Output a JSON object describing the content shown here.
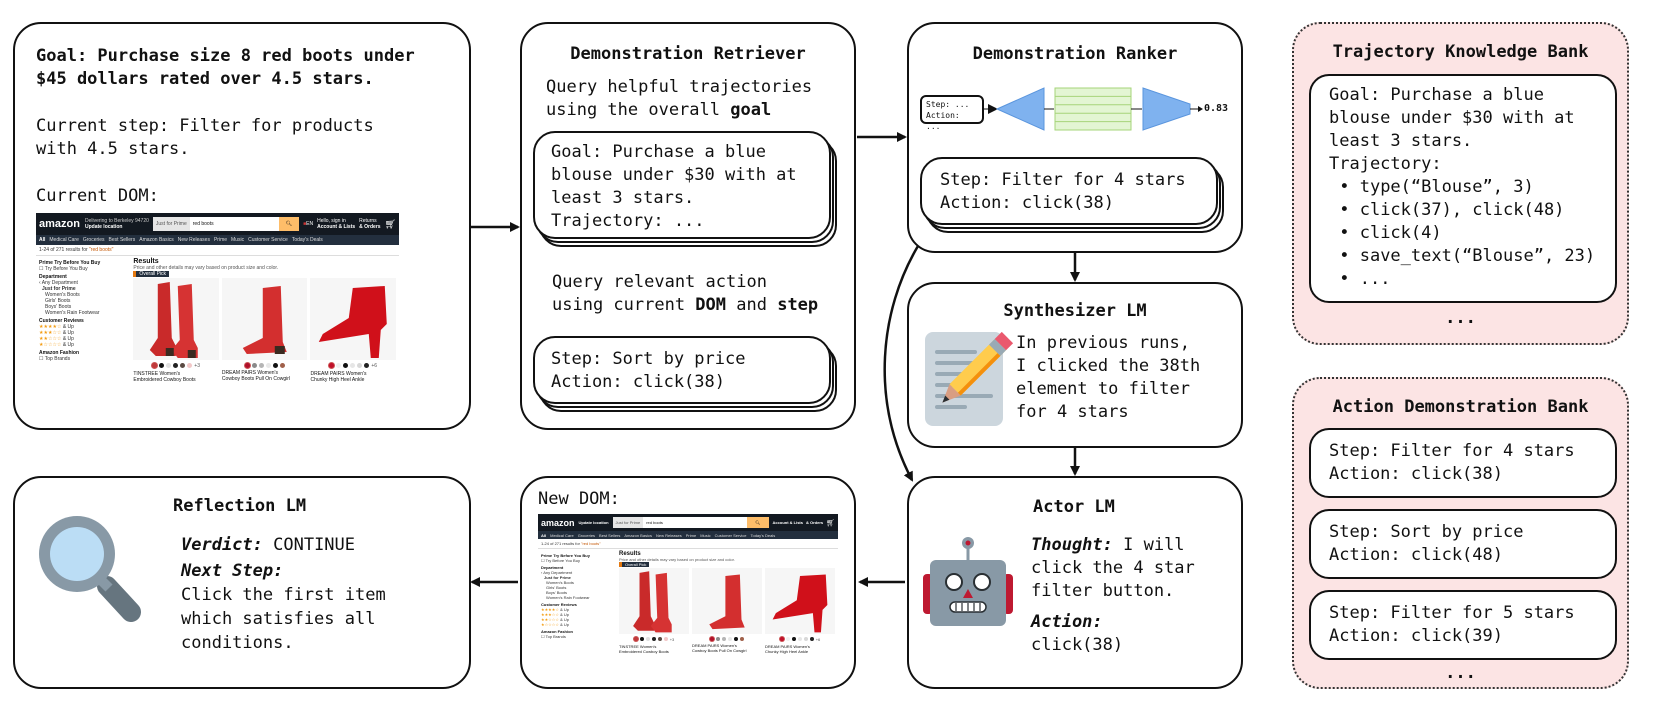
{
  "goal_panel": {
    "goal_line1": "Goal: Purchase size 8 red boots under",
    "goal_line2": "$45 dollars rated over 4.5 stars.",
    "step_line1": "Current step: Filter for products",
    "step_line2": "with 4.5 stars.",
    "dom_label": "Current DOM:"
  },
  "amazon": {
    "logo": "amazon",
    "deliver_small": "Delivering to Berkeley 94720",
    "deliver_big": "Update location",
    "search_category": "Just for Prime",
    "search_query": "red boots",
    "lang": "EN",
    "account_small": "Hello, sign in",
    "account_big": "Account & Lists",
    "returns_small": "Returns",
    "returns_big": "& Orders",
    "nav": [
      "All",
      "Medical Care",
      "Groceries",
      "Best Sellers",
      "Amazon Basics",
      "New Releases",
      "Prime",
      "Music",
      "Customer Service",
      "Today's Deals"
    ],
    "results_count": "1-24 of 271 results for ",
    "results_query": "\"red boots\"",
    "sidebar": {
      "prime_heading": "Prime Try Before You Buy",
      "prime_option": "Try Before You Buy",
      "dept_heading": "Department",
      "dept_items": [
        "‹ Any Department",
        "Just for Prime",
        "Women's Boots",
        "Girls' Boots",
        "Boys' Boots",
        "Women's Rain Footwear"
      ],
      "reviews_heading": "Customer Reviews",
      "review_rows": [
        4,
        3,
        2,
        1
      ],
      "review_suffix": "& Up",
      "fashion_heading": "Amazon Fashion",
      "fashion_option": "Top Brands"
    },
    "results_heading": "Results",
    "results_sub": "Price and other details may vary based on product size and color.",
    "overall_pick": "Overall Pick",
    "products": [
      {
        "name1": "TINSTREE Women's",
        "name2": "Embroidered Cowboy Boots",
        "swatches": [
          "#c0393b",
          "#111111",
          "#e0e0e0",
          "#222222",
          "#5a4a42",
          "#f2c7c7"
        ],
        "more": "+3"
      },
      {
        "name1": "DREAM PAIRS Women's",
        "name2": "Cowboy Boots Pull On Cowgirl",
        "swatches": [
          "#b0102a",
          "#8a8a8a",
          "#b5b5b5",
          "#e8e8e8",
          "#111111",
          "#a0604a"
        ],
        "more": ""
      },
      {
        "name1": "DREAM PAIRS Women's",
        "name2": "Chunky High Heel Ankle",
        "swatches": [
          "#c0102a",
          "#f0f0f0",
          "#111111",
          "#e6e6e6",
          "#d8d8d8",
          "#222222"
        ],
        "more": "+6"
      }
    ]
  },
  "retriever": {
    "title": "Demonstration Retriever",
    "query1_line1": "Query helpful trajectories",
    "query1_line2_prefix": "using the overall ",
    "query1_line2_bold": "goal",
    "card1": [
      "Goal: Purchase a blue",
      "blouse under $30 with at",
      "least 3 stars.",
      "Trajectory: ..."
    ],
    "query2_line1": "Query relevant action",
    "query2_line2_prefix": "using current ",
    "query2_line2_bold1": "DOM",
    "query2_line2_mid": " and ",
    "query2_line2_bold2": "step",
    "card2": [
      "Step: Sort by price",
      "Action: click(38)"
    ]
  },
  "ranker": {
    "title": "Demonstration Ranker",
    "input_line1": "Step: ...",
    "input_line2": "Action: ...",
    "score": "0.83",
    "card": [
      "Step: Filter for 4 stars",
      "Action: click(38)"
    ]
  },
  "synthesizer": {
    "title": "Synthesizer LM",
    "text": [
      "In previous runs,",
      "I clicked the 38th",
      "element to filter",
      "for 4 stars"
    ]
  },
  "actor": {
    "title": "Actor LM",
    "thought_label": "Thought:",
    "thought_line1": " I will",
    "thought_rest": [
      "click the 4 star",
      "filter button."
    ],
    "action_label": "Action:",
    "action_value": "click(38)"
  },
  "new_dom": {
    "label": "New DOM:"
  },
  "reflection": {
    "title": "Reflection LM",
    "verdict_label": "Verdict:",
    "verdict_value": " CONTINUE",
    "next_label": "Next Step:",
    "next_text": [
      "Click the first item",
      "which satisfies all",
      "conditions."
    ]
  },
  "trajectory_bank": {
    "title": "Trajectory Knowledge Bank",
    "goal": [
      "Goal: Purchase a blue",
      "blouse under $30 with at",
      "least 3 stars."
    ],
    "trajectory_label": "Trajectory:",
    "bullets": [
      "type(“Blouse”, 3)",
      "click(37), click(48)",
      "click(4)",
      "save_text(“Blouse”, 23)",
      "..."
    ],
    "more": "..."
  },
  "action_bank": {
    "title": "Action Demonstration Bank",
    "items": [
      {
        "step": "Step: Filter for 4 stars",
        "action": "Action: click(38)"
      },
      {
        "step": "Step: Sort by price",
        "action": "Action: click(48)"
      },
      {
        "step": "Step: Filter for 5 stars",
        "action": "Action: click(39)"
      }
    ],
    "more": "..."
  },
  "colors": {
    "bank_bg": "#fce4e4",
    "triangle_blue": "#7fb2ef",
    "grid_green": "#e3f5d3",
    "grid_border": "#a6d47a"
  }
}
